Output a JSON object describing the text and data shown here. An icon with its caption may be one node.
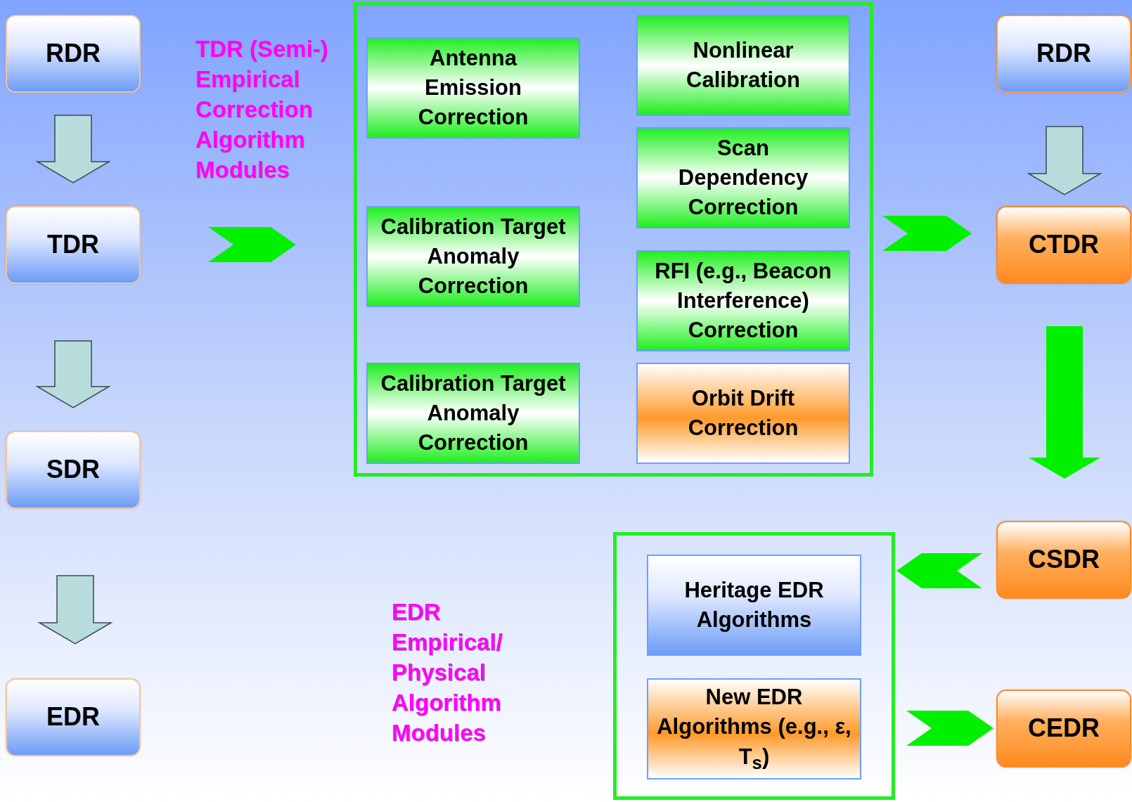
{
  "diagram": {
    "nodes": [
      {
        "text": [
          "RDR"
        ]
      },
      {
        "text": [
          "TDR"
        ]
      },
      {
        "text": [
          "SDR"
        ]
      },
      {
        "text": [
          "EDR"
        ]
      },
      {
        "text": [],
        "shape": "box"
      },
      {
        "text": [
          "Antenna Emission Correction"
        ],
        "in": 4
      },
      {
        "text": [
          "Nonlinear Calibration"
        ],
        "in": 4
      },
      {
        "text": [
          "Scan Dependency Correction"
        ],
        "in": 4
      },
      {
        "text": [
          "Calibration Target Anomaly Correction"
        ],
        "in": 4
      },
      {
        "text": [
          "RFI (e.g., Beacon Interference) Correction"
        ],
        "in": 4
      },
      {
        "text": [
          "Calibration Target Anomaly Correction"
        ],
        "in": 4
      },
      {
        "text": [
          "Orbit Drift Correction"
        ],
        "in": 4
      },
      {
        "text": [
          "RDR"
        ]
      },
      {
        "text": [
          "CTDR"
        ]
      },
      {
        "text": [
          "CSDR"
        ]
      },
      {
        "text": [],
        "shape": "box"
      },
      {
        "text": [
          "Heritage EDR Algorithms"
        ],
        "in": 15
      },
      {
        "text": [
          "New EDR Algorithms (e.g., ε, T$_{s}$)"
        ],
        "in": 15
      },
      {
        "text": [
          "CEDR"
        ]
      }
    ],
    "edges": [
      {
        "from": 0,
        "to": 1,
        "arrow": "to",
        "color": "#b8dcdc"
      },
      {
        "from": 1,
        "to": 2,
        "arrow": "to",
        "color": "#b8dcdc"
      },
      {
        "from": 2,
        "to": 3,
        "arrow": "to",
        "color": "#b8dcdc"
      },
      {
        "from": 1,
        "to": 4,
        "arrow": "to"
      },
      {
        "from": 4,
        "to": 13,
        "arrow": "to"
      },
      {
        "from": 12,
        "to": 13,
        "arrow": "to",
        "color": "#b8dcdc"
      },
      {
        "from": 13,
        "to": 14,
        "arrow": "to"
      },
      {
        "from": 14,
        "to": 15,
        "arrow": "to"
      },
      {
        "from": 15,
        "to": 18,
        "arrow": "to"
      }
    ],
    "labels": [
      "TDR (Semi-) Empirical Correction Algorithm Modules",
      "EDR Empirical/ Physical Algorithm Modules"
    ]
  }
}
